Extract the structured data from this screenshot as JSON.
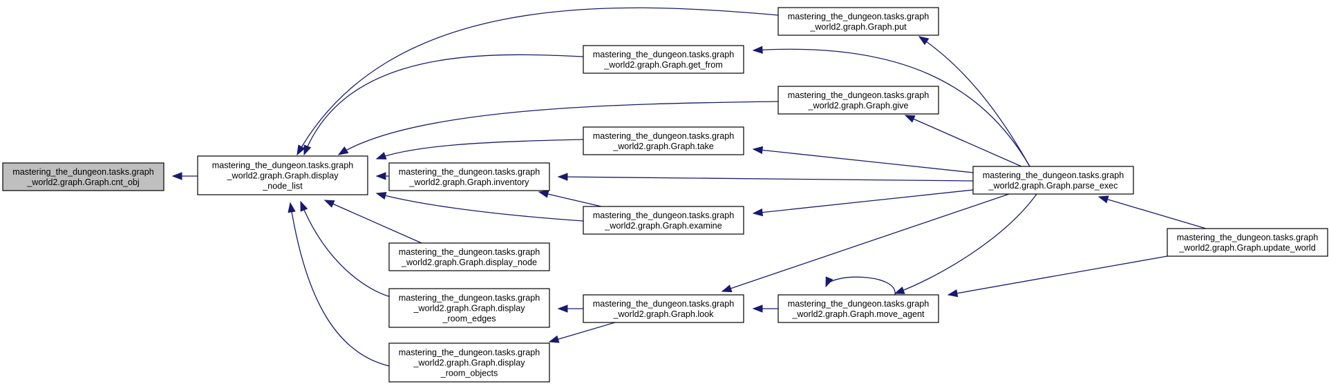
{
  "nodes": [
    {
      "id": "cnt_obj",
      "lines": [
        "mastering_the_dungeon.tasks.graph",
        "_world2.graph.Graph.cnt_obj"
      ],
      "highlight": true
    },
    {
      "id": "display_node_list",
      "lines": [
        "mastering_the_dungeon.tasks.graph",
        "_world2.graph.Graph.display",
        "_node_list"
      ]
    },
    {
      "id": "put",
      "lines": [
        "mastering_the_dungeon.tasks.graph",
        "_world2.graph.Graph.put"
      ]
    },
    {
      "id": "get_from",
      "lines": [
        "mastering_the_dungeon.tasks.graph",
        "_world2.graph.Graph.get_from"
      ]
    },
    {
      "id": "give",
      "lines": [
        "mastering_the_dungeon.tasks.graph",
        "_world2.graph.Graph.give"
      ]
    },
    {
      "id": "take",
      "lines": [
        "mastering_the_dungeon.tasks.graph",
        "_world2.graph.Graph.take"
      ]
    },
    {
      "id": "inventory",
      "lines": [
        "mastering_the_dungeon.tasks.graph",
        "_world2.graph.Graph.inventory"
      ]
    },
    {
      "id": "examine",
      "lines": [
        "mastering_the_dungeon.tasks.graph",
        "_world2.graph.Graph.examine"
      ]
    },
    {
      "id": "display_node",
      "lines": [
        "mastering_the_dungeon.tasks.graph",
        "_world2.graph.Graph.display_node"
      ]
    },
    {
      "id": "display_room_edges",
      "lines": [
        "mastering_the_dungeon.tasks.graph",
        "_world2.graph.Graph.display",
        "_room_edges"
      ]
    },
    {
      "id": "display_room_objects",
      "lines": [
        "mastering_the_dungeon.tasks.graph",
        "_world2.graph.Graph.display",
        "_room_objects"
      ]
    },
    {
      "id": "look",
      "lines": [
        "mastering_the_dungeon.tasks.graph",
        "_world2.graph.Graph.look"
      ]
    },
    {
      "id": "move_agent",
      "lines": [
        "mastering_the_dungeon.tasks.graph",
        "_world2.graph.Graph.move_agent"
      ]
    },
    {
      "id": "parse_exec",
      "lines": [
        "mastering_the_dungeon.tasks.graph",
        "_world2.graph.Graph.parse_exec"
      ]
    },
    {
      "id": "update_world",
      "lines": [
        "mastering_the_dungeon.tasks.graph",
        "_world2.graph.Graph.update_world"
      ]
    }
  ],
  "edges": [
    {
      "from": "display_node_list",
      "to": "cnt_obj"
    },
    {
      "from": "put",
      "to": "display_node_list"
    },
    {
      "from": "get_from",
      "to": "display_node_list"
    },
    {
      "from": "give",
      "to": "display_node_list"
    },
    {
      "from": "take",
      "to": "display_node_list"
    },
    {
      "from": "inventory",
      "to": "display_node_list"
    },
    {
      "from": "examine",
      "to": "display_node_list"
    },
    {
      "from": "display_node",
      "to": "display_node_list"
    },
    {
      "from": "display_room_edges",
      "to": "display_node_list"
    },
    {
      "from": "display_room_objects",
      "to": "display_node_list"
    },
    {
      "from": "examine",
      "to": "inventory"
    },
    {
      "from": "look",
      "to": "display_room_edges"
    },
    {
      "from": "look",
      "to": "display_room_objects"
    },
    {
      "from": "parse_exec",
      "to": "put"
    },
    {
      "from": "parse_exec",
      "to": "get_from"
    },
    {
      "from": "parse_exec",
      "to": "give"
    },
    {
      "from": "parse_exec",
      "to": "take"
    },
    {
      "from": "parse_exec",
      "to": "inventory"
    },
    {
      "from": "parse_exec",
      "to": "examine"
    },
    {
      "from": "parse_exec",
      "to": "look"
    },
    {
      "from": "parse_exec",
      "to": "move_agent"
    },
    {
      "from": "move_agent",
      "to": "look"
    },
    {
      "from": "move_agent",
      "to": "move_agent"
    },
    {
      "from": "update_world",
      "to": "parse_exec"
    },
    {
      "from": "update_world",
      "to": "move_agent"
    }
  ]
}
